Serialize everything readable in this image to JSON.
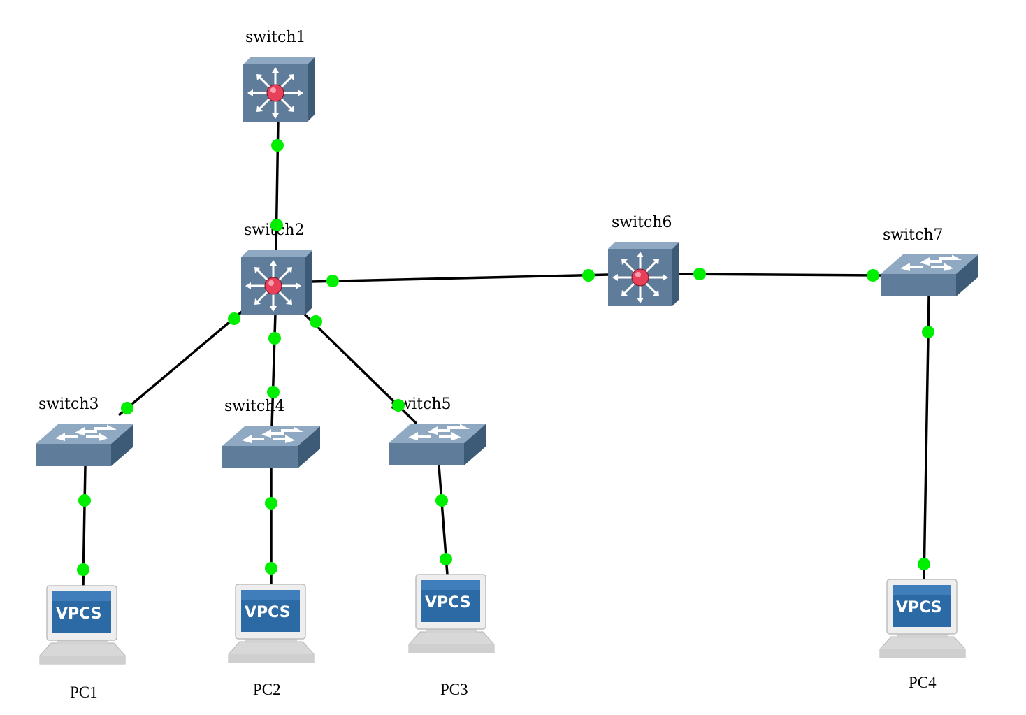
{
  "colors": {
    "link": "#000000",
    "port_dot": "#00ee00",
    "switch_body": "#5f7d9a",
    "pc_screen": "#2c6aa6"
  },
  "nodes": {
    "switch1": {
      "label": "switch1",
      "type": "multilayer-switch"
    },
    "switch2": {
      "label": "switch2",
      "type": "multilayer-switch"
    },
    "switch6": {
      "label": "switch6",
      "type": "multilayer-switch"
    },
    "switch3": {
      "label": "switch3",
      "type": "ethernet-switch"
    },
    "switch4": {
      "label": "switch4",
      "type": "ethernet-switch"
    },
    "switch5": {
      "label": "switch5",
      "type": "ethernet-switch"
    },
    "switch7": {
      "label": "switch7",
      "type": "ethernet-switch"
    },
    "pc1": {
      "label": "PC1",
      "type": "vpcs",
      "screen_text": "VPCS"
    },
    "pc2": {
      "label": "PC2",
      "type": "vpcs",
      "screen_text": "VPCS"
    },
    "pc3": {
      "label": "PC3",
      "type": "vpcs",
      "screen_text": "VPCS"
    },
    "pc4": {
      "label": "PC4",
      "type": "vpcs",
      "screen_text": "VPCS"
    }
  },
  "links": [
    {
      "from": "switch1",
      "to": "switch2"
    },
    {
      "from": "switch2",
      "to": "switch6"
    },
    {
      "from": "switch6",
      "to": "switch7"
    },
    {
      "from": "switch2",
      "to": "switch3"
    },
    {
      "from": "switch2",
      "to": "switch4"
    },
    {
      "from": "switch2",
      "to": "switch5"
    },
    {
      "from": "switch3",
      "to": "pc1"
    },
    {
      "from": "switch4",
      "to": "pc2"
    },
    {
      "from": "switch5",
      "to": "pc3"
    },
    {
      "from": "switch7",
      "to": "pc4"
    }
  ]
}
